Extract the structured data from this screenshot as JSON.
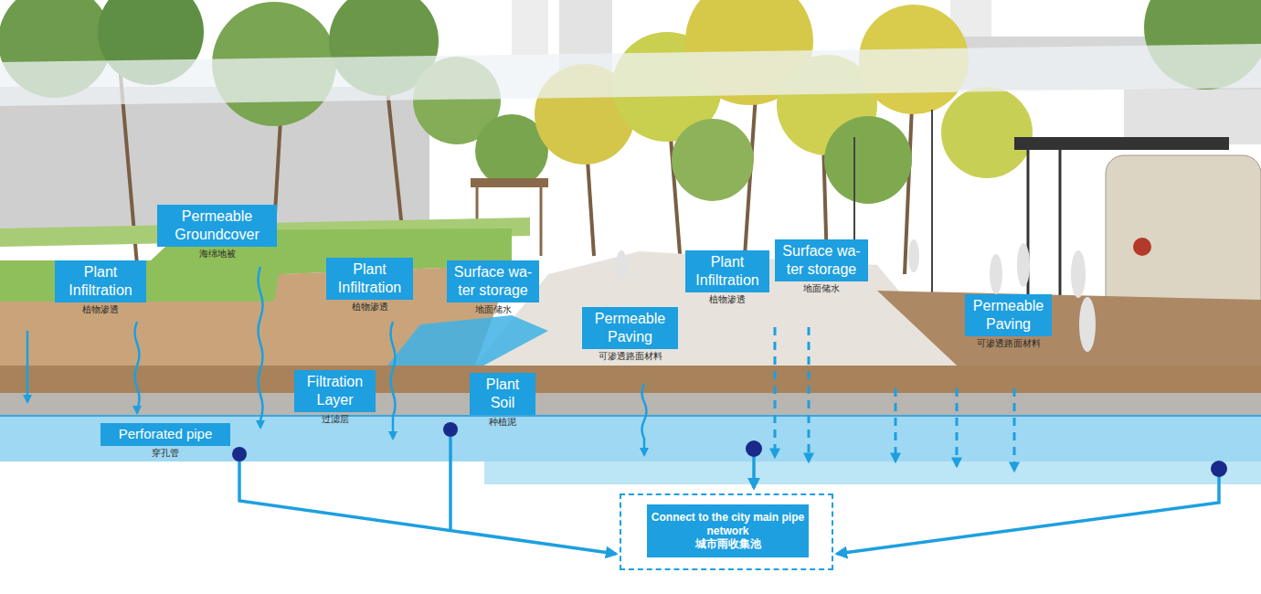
{
  "diagram": {
    "nodes": [
      {
        "text": [
          "Permeable Groundcover",
          "海绵地被"
        ]
      },
      {
        "text": [
          "Plant Infiltration",
          "植物渗透"
        ]
      },
      {
        "text": [
          "Plant Infiltration",
          "植物渗透"
        ]
      },
      {
        "text": [
          "Surface wa- ter storage",
          "地面储水"
        ]
      },
      {
        "text": [
          "Plant Infiltration",
          "植物渗透"
        ]
      },
      {
        "text": [
          "Surface wa- ter storage",
          "地面储水"
        ]
      },
      {
        "text": [
          "Permeable Paving",
          "可渗透路面材料"
        ]
      },
      {
        "text": [
          "Permeable Paving",
          "可渗透路面材料"
        ]
      },
      {
        "text": [
          "Filtration Layer",
          "过滤层"
        ]
      },
      {
        "text": [
          "Plant Soil",
          "种植泥"
        ]
      },
      {
        "text": [
          "Perforated pipe",
          "穿孔管"
        ]
      },
      {
        "text": [
          "Connect to the city main pipe network",
          "城市雨收集池"
        ]
      }
    ]
  }
}
